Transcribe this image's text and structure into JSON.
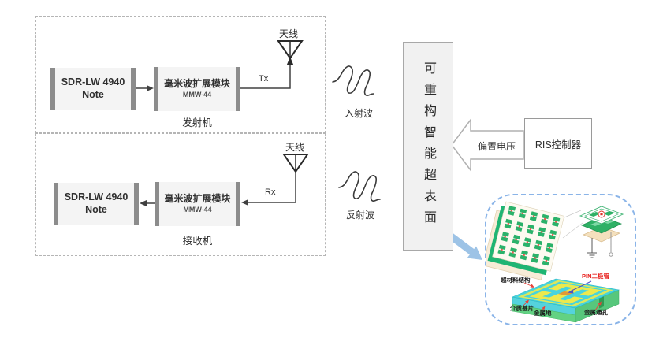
{
  "diagram": {
    "transmitter": {
      "sdr_line1": "SDR-LW 4940",
      "sdr_line2": "Note",
      "mmw_label": "毫米波扩展模块",
      "mmw_sublabel": "MMW-44",
      "antenna_label": "天线",
      "port_label": "Tx",
      "group_label": "发射机"
    },
    "receiver": {
      "sdr_line1": "SDR-LW 4940",
      "sdr_line2": "Note",
      "mmw_label": "毫米波扩展模块",
      "mmw_sublabel": "MMW-44",
      "antenna_label": "天线",
      "port_label": "Rx",
      "group_label": "接收机"
    },
    "waves": {
      "incident_label": "入射波",
      "reflected_label": "反射波"
    },
    "ris_surface_label": "可重构智能超表面",
    "bias_arrow_label": "偏置电压",
    "ris_controller_label": "RIS控制器",
    "inset": {
      "metamaterial_label": "超材料结构",
      "pin_diode_label": "PIN二极管",
      "substrate_label": "介质基片",
      "ground_label": "金属地",
      "via_label": "金属通孔"
    },
    "icons": {
      "antenna": "antenna-icon",
      "wave": "wave-icon",
      "block_arrow": "bias-block-arrow-icon",
      "zoom_arrow": "blue-zoom-arrow-icon",
      "ground": "ground-icon"
    },
    "colors": {
      "dashed_border": "#b5b5b5",
      "box_fill": "#f4f4f4",
      "side_bar": "#8c8c8c",
      "line": "#404040",
      "blue_arrow": "#9dc3e6",
      "inset_border": "#8ab4e8",
      "pin_red": "#e8211d",
      "panel_green": "#1fb573",
      "cell_green": "#2bb26a",
      "top_cyan": "#47d4dd",
      "metal_yellow": "#ece94e",
      "ground_green": "#62d283",
      "diode_orange": "#e09a35",
      "board_tan": "#f4e0bd"
    }
  }
}
